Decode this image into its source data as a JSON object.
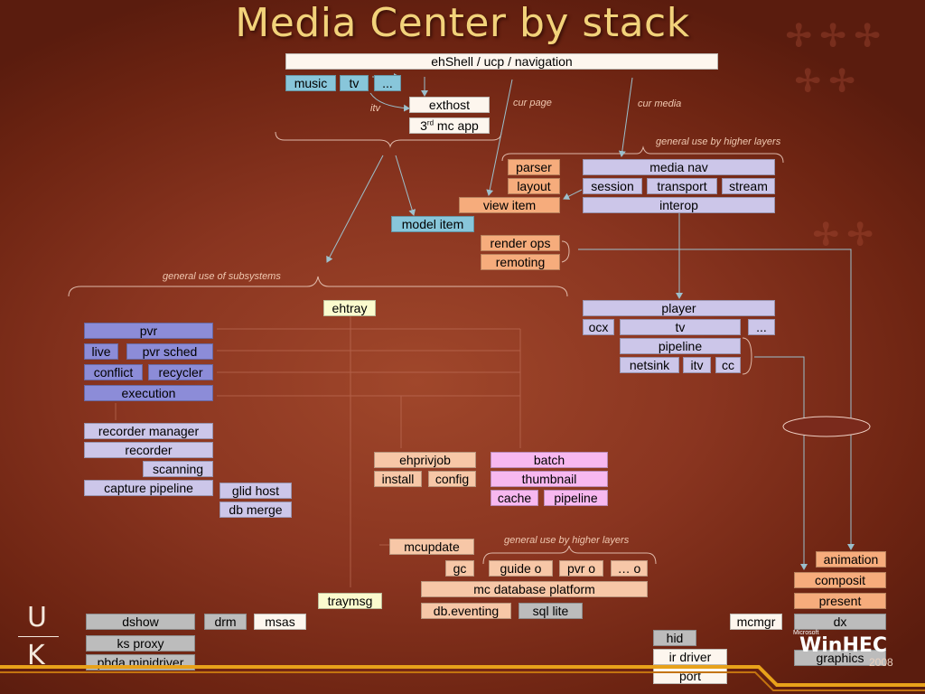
{
  "title": "Media Center by stack",
  "annotations": {
    "itv": "itv",
    "cur_page": "cur page",
    "cur_media": "cur media",
    "general_higher_1": "general use by higher layers",
    "general_subsystems": "general use of subsystems",
    "general_higher_2": "general use by higher layers"
  },
  "boxes": {
    "ehshell": "ehShell / ucp / navigation",
    "music": "music",
    "tv_top": "tv",
    "dots_top": "...",
    "exthost": "exthost",
    "mc_app_num": "3",
    "mc_app_sup": "rd",
    "mc_app_rest": " mc app",
    "parser": "parser",
    "layout": "layout",
    "view_item": "view item",
    "model_item": "model item",
    "render_ops": "render ops",
    "remoting": "remoting",
    "media_nav": "media nav",
    "session": "session",
    "transport": "transport",
    "stream": "stream",
    "interop": "interop",
    "ehtray": "ehtray",
    "pvr": "pvr",
    "live": "live",
    "pvr_sched": "pvr sched",
    "conflict": "conflict",
    "recycler": "recycler",
    "execution": "execution",
    "player": "player",
    "ocx": "ocx",
    "tv_player": "tv",
    "dots_player": "...",
    "pipeline_player": "pipeline",
    "netsink": "netsink",
    "itv_player": "itv",
    "cc": "cc",
    "recorder_manager": "recorder manager",
    "recorder": "recorder",
    "scanning": "scanning",
    "capture_pipeline": "capture pipeline",
    "glid_host": "glid host",
    "db_merge": "db merge",
    "ehprivjob": "ehprivjob",
    "install": "install",
    "config": "config",
    "batch": "batch",
    "thumbnail": "thumbnail",
    "cache": "cache",
    "pipeline_batch": "pipeline",
    "mcupdate": "mcupdate",
    "gc": "gc",
    "guide_o": "guide o",
    "pvr_o": "pvr o",
    "etc_o": "… o",
    "mc_db_platform": "mc database platform",
    "db_eventing": "db.eventing",
    "sql_lite": "sql lite",
    "traymsg": "traymsg",
    "animation": "animation",
    "composit": "composit",
    "present": "present",
    "dshow": "dshow",
    "drm": "drm",
    "msas": "msas",
    "mcmgr": "mcmgr",
    "dx": "dx",
    "ks_proxy": "ks proxy",
    "pbda_minidriver": "pbda minidriver",
    "hid": "hid",
    "ir_driver": "ir driver",
    "port": "port",
    "graphics": "graphics"
  },
  "branding": {
    "u": "U",
    "k": "K",
    "microsoft": "Microsoft",
    "winhec": "WinHEC",
    "year": "2008"
  },
  "colors": {
    "title": "#f2d27a",
    "background": "#8a3520",
    "stripe": "#e8a21a"
  }
}
